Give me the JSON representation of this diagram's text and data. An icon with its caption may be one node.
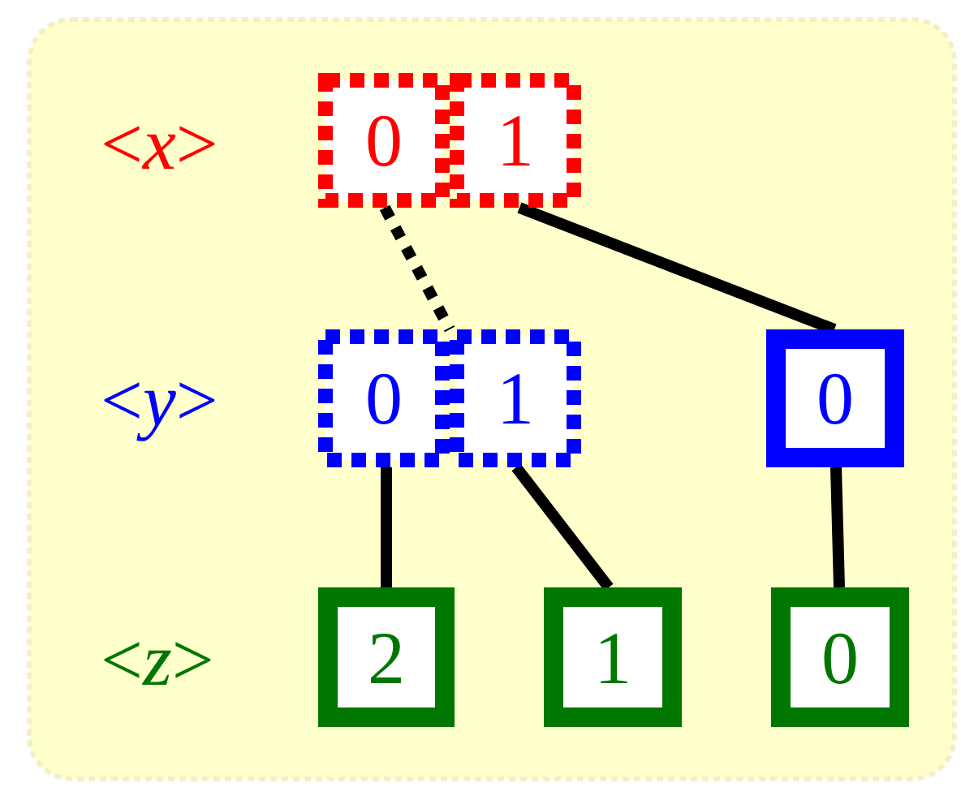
{
  "diagram": {
    "nodes": [
      {
        "text": [
          "0"
        ]
      },
      {
        "text": [
          "1"
        ]
      },
      {
        "text": [
          "0"
        ]
      },
      {
        "text": [
          "1"
        ]
      },
      {
        "text": [
          "0"
        ]
      },
      {
        "text": [
          "2"
        ]
      },
      {
        "text": [
          "1"
        ]
      },
      {
        "text": [
          "0"
        ]
      }
    ],
    "edges": [
      {
        "from": 0,
        "to": 3,
        "arrow": "none",
        "style": "dashed"
      },
      {
        "from": 1,
        "to": 4,
        "arrow": "none"
      },
      {
        "from": 2,
        "to": 5,
        "arrow": "none"
      },
      {
        "from": 3,
        "to": 6,
        "arrow": "none"
      },
      {
        "from": 4,
        "to": 7,
        "arrow": "none"
      }
    ],
    "labels": [
      "<*x*>",
      "<*y*>",
      "<*z*>"
    ]
  }
}
